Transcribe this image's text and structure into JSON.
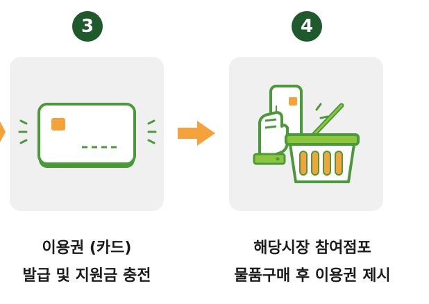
{
  "steps": [
    {
      "number": "3",
      "caption_line1": "이용권 (카드)",
      "caption_line2": "발급 및 지원금 충전",
      "illustration": "card-icon"
    },
    {
      "number": "4",
      "caption_line1": "해당시장 참여점포",
      "caption_line2": "물품구매 후 이용권 제시",
      "illustration": "hand-card-basket-icon"
    }
  ],
  "connector": "arrow-right-icon",
  "colors": {
    "badge": "#1f5a2c",
    "accent_green": "#4a9a3a",
    "light_green": "#8cc63f",
    "orange": "#f4a23a",
    "panel_bg": "#f0f0f0"
  }
}
